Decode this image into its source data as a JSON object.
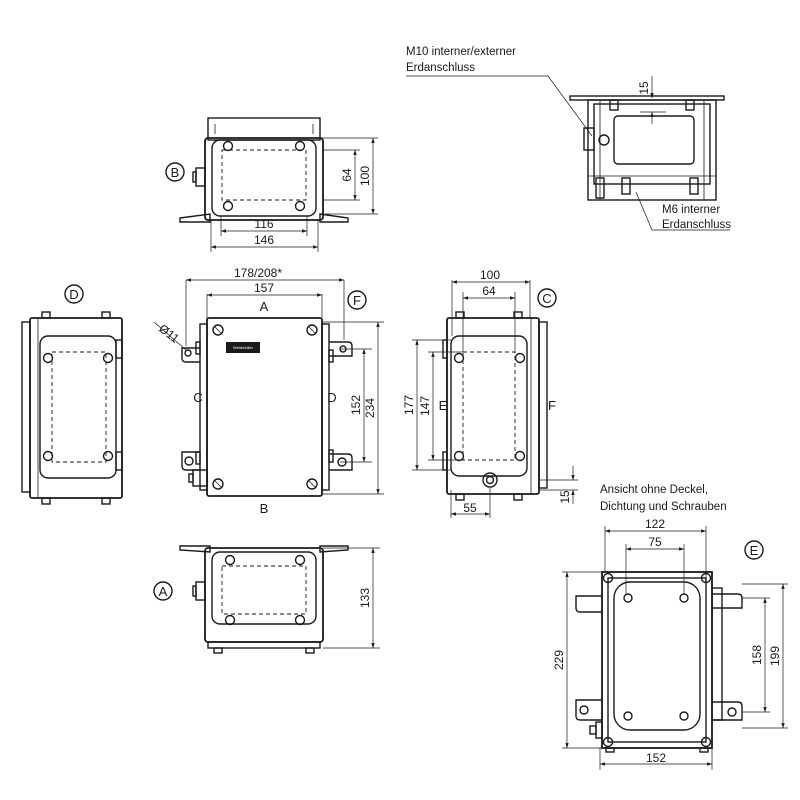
{
  "views": {
    "B": {
      "label": "B",
      "dims": {
        "w_inner": "116",
        "w_outer": "146",
        "h_inner": "64",
        "h_outer": "100"
      }
    },
    "D": {
      "label": "D"
    },
    "A": {
      "label": "A",
      "dims": {
        "height": "133"
      }
    },
    "C": {
      "label": "C",
      "dims": {
        "w_outer": "100",
        "w_inner": "64",
        "h_outer": "177",
        "h_inner": "147",
        "offset_bottom": "55",
        "offset_side": "15"
      },
      "side_labels": {
        "left": "E",
        "right": "F"
      }
    },
    "F": {
      "label": "F",
      "dims": {
        "w_overall": "178/208*",
        "w_body": "157",
        "h_outer": "234",
        "h_inner": "152",
        "hole": "Ø11"
      },
      "side_labels": {
        "top": "A",
        "bottom": "B",
        "left": "C",
        "right": "D"
      }
    },
    "E": {
      "label": "E",
      "dims": {
        "w_top": "122",
        "w_inner": "75",
        "h_outer": "229",
        "h_right_inner": "158",
        "h_right_outer": "199",
        "w_bottom": "152"
      }
    },
    "detail": {
      "dims": {
        "offset": "15"
      }
    }
  },
  "notes": {
    "ground_external_line1": "M10 interner/externer",
    "ground_external_line2": "Erdanschluss",
    "ground_internal_line1": "M6 interner",
    "ground_internal_line2": "Erdanschluss",
    "view_e_line1": "Ansicht ohne Deckel,",
    "view_e_line2": "Dichtung und Schrauben"
  },
  "brand_plate": "Weidmüller"
}
